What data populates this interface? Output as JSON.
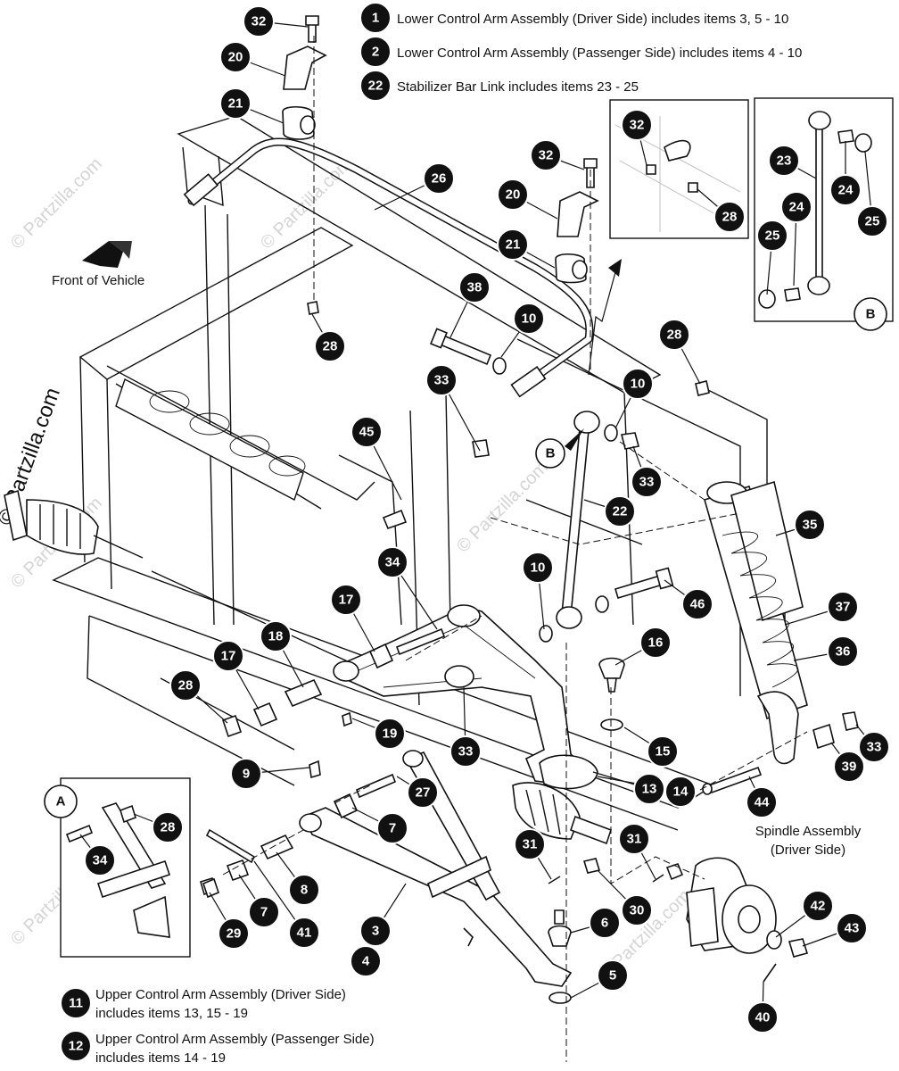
{
  "legend_top": [
    {
      "num": "1",
      "text": "Lower Control Arm Assembly (Driver Side) includes items 3, 5 - 10"
    },
    {
      "num": "2",
      "text": "Lower Control Arm Assembly (Passenger Side) includes items 4 - 10"
    },
    {
      "num": "22",
      "text": "Stabilizer Bar Link includes items 23 - 25"
    }
  ],
  "legend_bottom": [
    {
      "num": "11",
      "line1": "Upper Control Arm Assembly (Driver Side)",
      "line2": "includes items 13, 15 - 19"
    },
    {
      "num": "12",
      "line1": "Upper Control Arm Assembly (Passenger Side)",
      "line2": "includes items 14 - 19"
    }
  ],
  "labels": {
    "front_of_vehicle": "Front of Vehicle",
    "spindle_line1": "Spindle Assembly",
    "spindle_line2": "(Driver Side)"
  },
  "reference_letters": {
    "a": "A",
    "b": "B"
  },
  "watermark": "© Partzilla.com",
  "callouts": [
    "32",
    "20",
    "21",
    "26",
    "32",
    "20",
    "21",
    "32",
    "28",
    "23",
    "24",
    "25",
    "24",
    "25",
    "28",
    "38",
    "10",
    "28",
    "33",
    "10",
    "45",
    "33",
    "22",
    "35",
    "34",
    "10",
    "46",
    "37",
    "17",
    "18",
    "16",
    "36",
    "17",
    "28",
    "19",
    "33",
    "15",
    "39",
    "33",
    "9",
    "27",
    "13",
    "14",
    "44",
    "7",
    "28",
    "34",
    "31",
    "31",
    "8",
    "7",
    "30",
    "6",
    "29",
    "41",
    "3",
    "4",
    "42",
    "43",
    "5",
    "40"
  ]
}
